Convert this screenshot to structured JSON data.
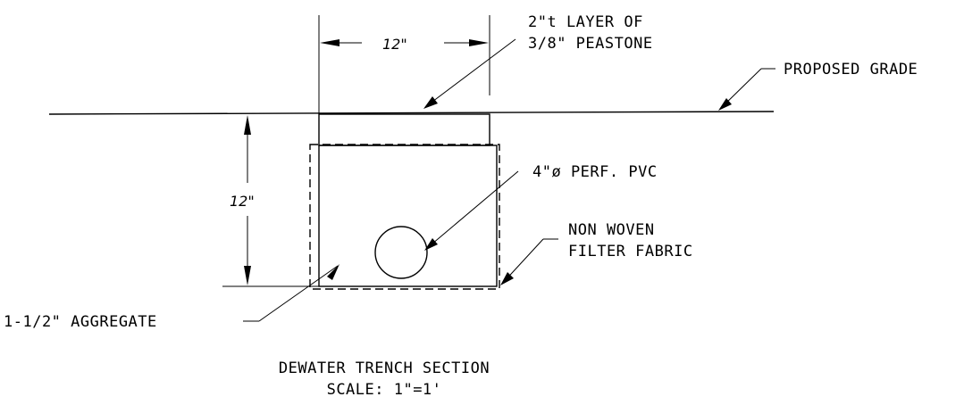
{
  "labels": {
    "peastone_line1": "2\"t LAYER OF",
    "peastone_line2": "3/8\" PEASTONE",
    "proposed_grade": "PROPOSED GRADE",
    "pvc": "4\"ø PERF. PVC",
    "fabric_line1": "NON WOVEN",
    "fabric_line2": "FILTER FABRIC",
    "aggregate": "1-1/2\" AGGREGATE"
  },
  "dimensions": {
    "width": "12\"",
    "depth": "12\""
  },
  "title": {
    "name": "DEWATER TRENCH SECTION",
    "scale": "SCALE: 1\"=1'"
  }
}
